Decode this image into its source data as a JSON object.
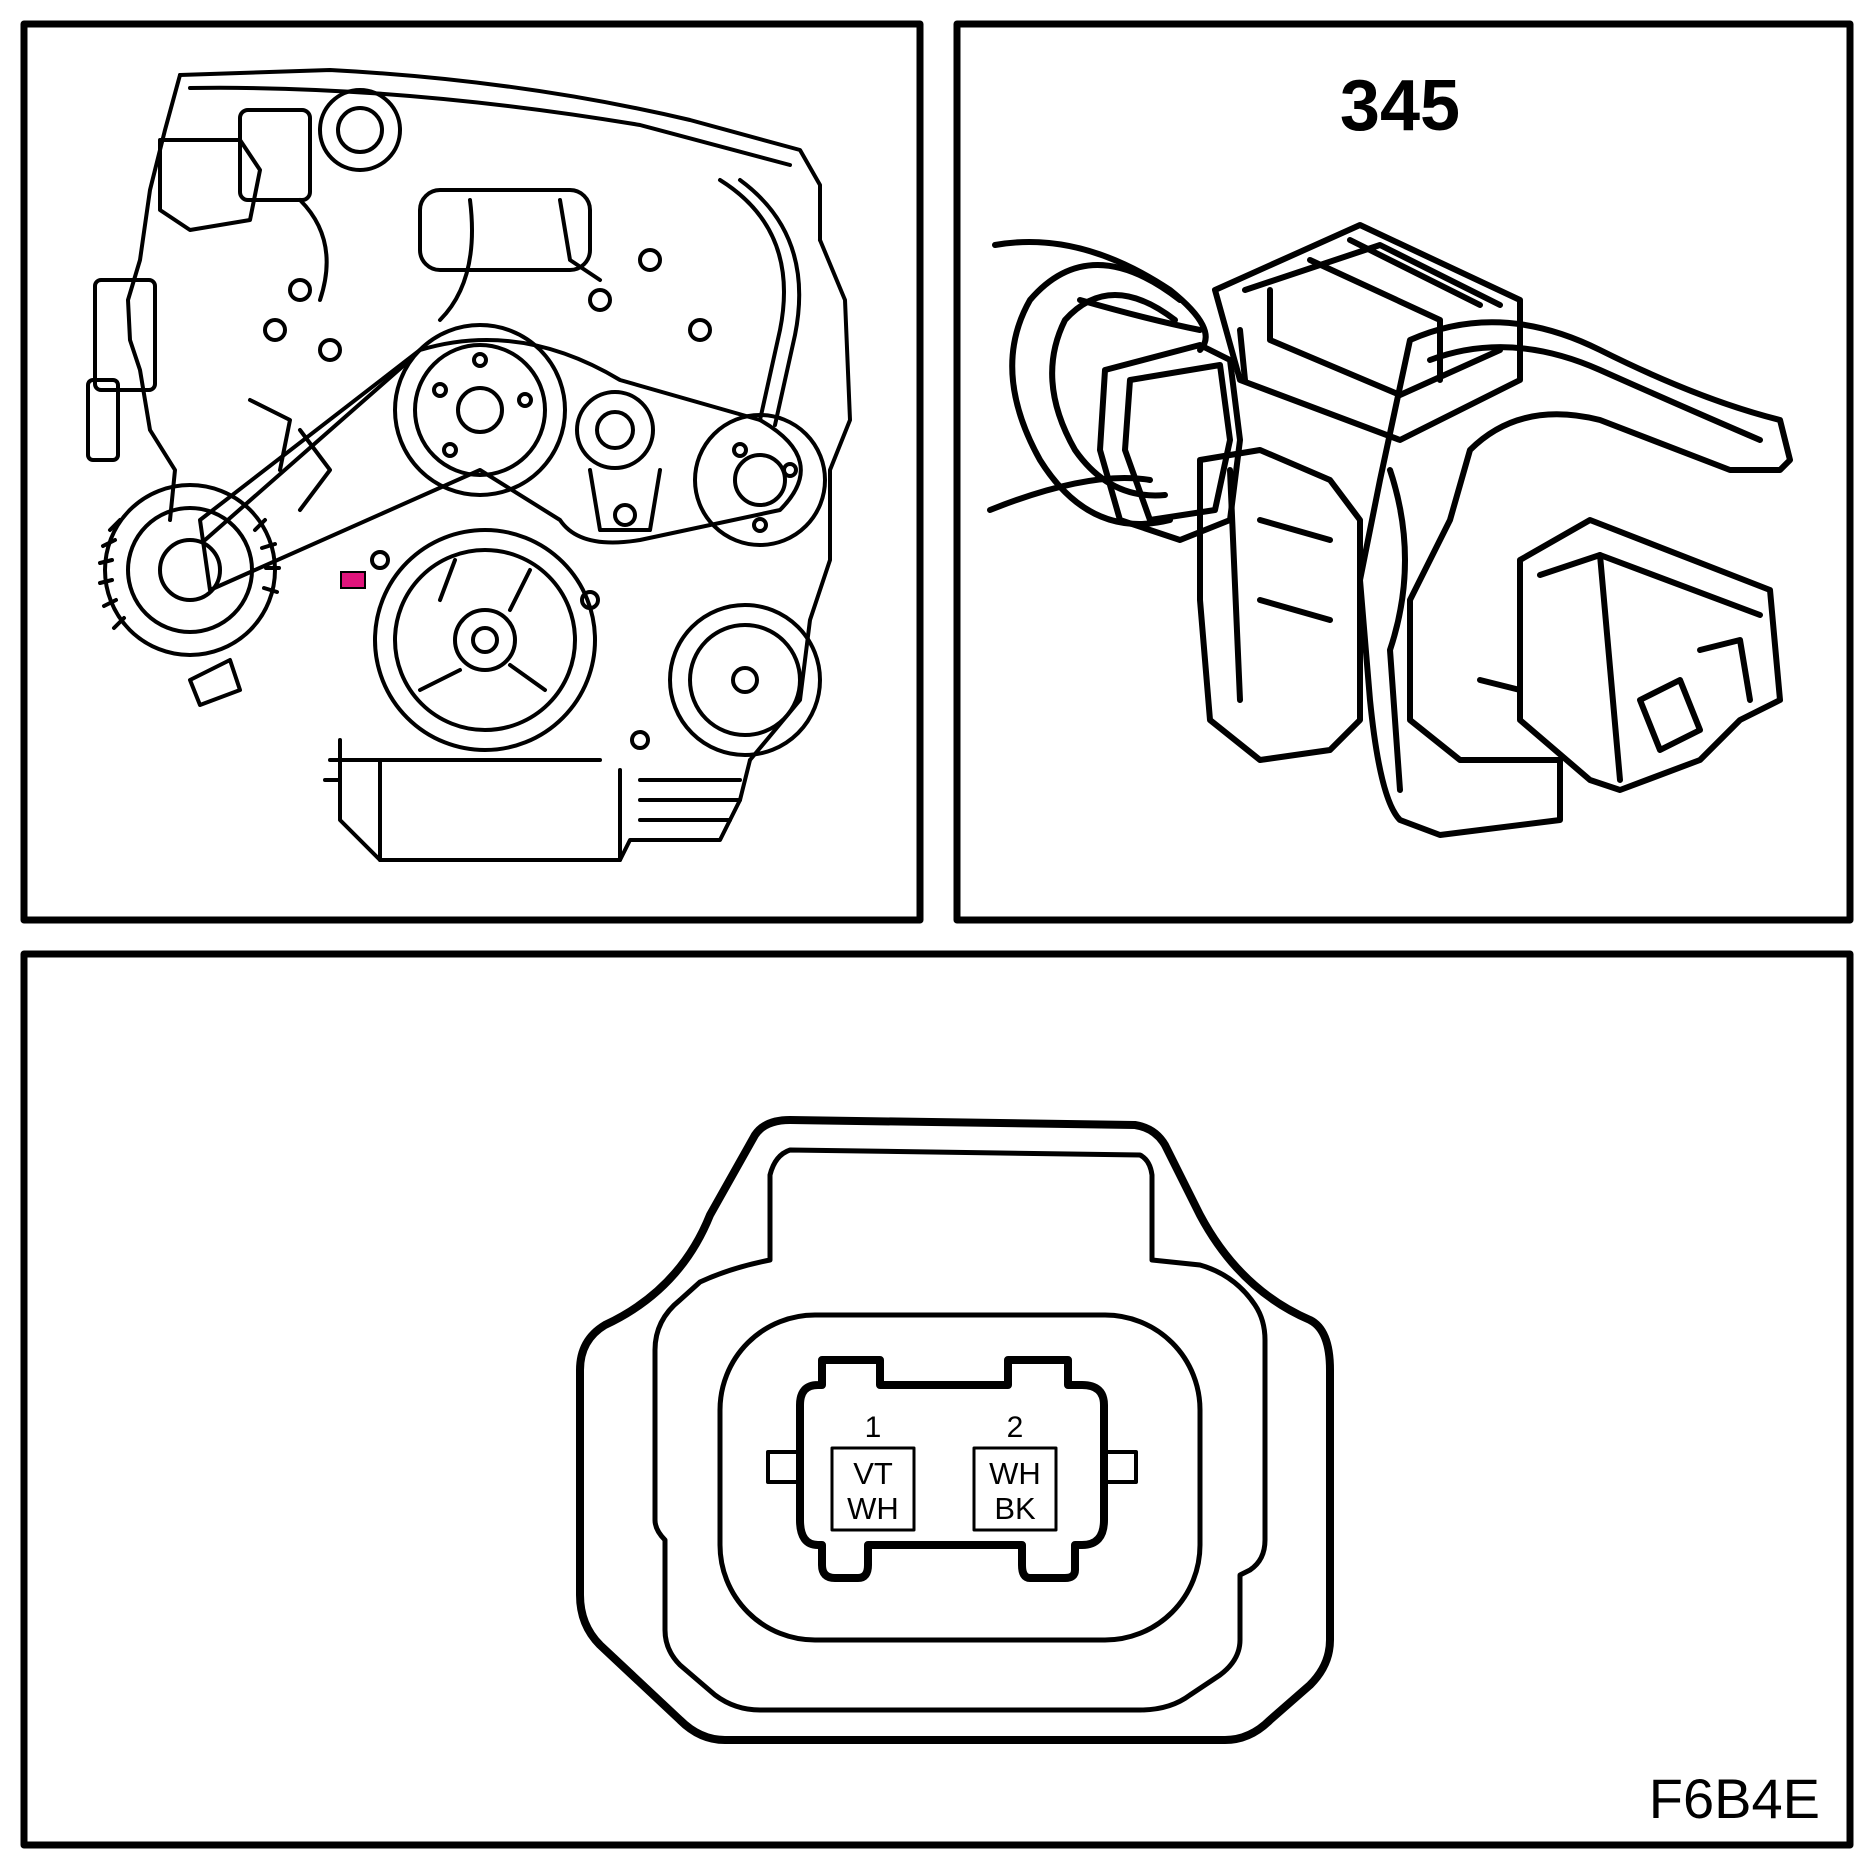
{
  "connector": {
    "number": "345",
    "pins": [
      {
        "pin": "1",
        "wire_color_top": "VT",
        "wire_color_bottom": "WH"
      },
      {
        "pin": "2",
        "wire_color_top": "WH",
        "wire_color_bottom": "BK"
      }
    ]
  },
  "figure_code": "F6B4E",
  "colors": {
    "line": "#000000",
    "background": "#ffffff",
    "location_marker": "#e0147c"
  }
}
